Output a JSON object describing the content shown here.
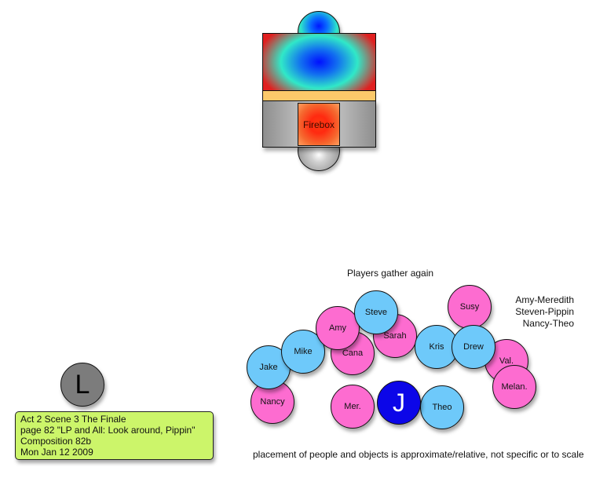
{
  "stage": {
    "firebox_label": "Firebox"
  },
  "heading": "Players gather again",
  "pairings": [
    "Amy-Meredith",
    "Steven-Pippin",
    "Nancy-Theo"
  ],
  "people": [
    {
      "id": "steve",
      "label": "Steve",
      "color": "blue"
    },
    {
      "id": "amy",
      "label": "Amy",
      "color": "pink"
    },
    {
      "id": "sarah",
      "label": "Sarah",
      "color": "pink"
    },
    {
      "id": "cana",
      "label": "Cana",
      "color": "pink"
    },
    {
      "id": "mike",
      "label": "Mike",
      "color": "blue"
    },
    {
      "id": "jake",
      "label": "Jake",
      "color": "blue"
    },
    {
      "id": "nancy",
      "label": "Nancy",
      "color": "pink"
    },
    {
      "id": "mer",
      "label": "Mer.",
      "color": "pink"
    },
    {
      "id": "j",
      "label": "J",
      "color": "darkblue"
    },
    {
      "id": "theo",
      "label": "Theo",
      "color": "blue"
    },
    {
      "id": "susy",
      "label": "Susy",
      "color": "pink"
    },
    {
      "id": "kris",
      "label": "Kris",
      "color": "blue"
    },
    {
      "id": "drew",
      "label": "Drew",
      "color": "blue"
    },
    {
      "id": "val",
      "label": "Val.",
      "color": "pink"
    },
    {
      "id": "melan",
      "label": "Melan.",
      "color": "pink"
    },
    {
      "id": "l",
      "label": "L",
      "color": "gray"
    }
  ],
  "colors": {
    "pink": "#fd6cd0",
    "blue": "#6ec9fa",
    "darkblue": "#0c06e8",
    "gray": "#7c7c7c",
    "note_bg": "#ccf56a",
    "stripe": "#fcc96a"
  },
  "note": {
    "lines": [
      "Act 2 Scene 3 The Finale",
      "page 82 \"LP and All: Look around, Pippin\"",
      "Composition 82b",
      "Mon Jan 12 2009"
    ]
  },
  "footer": "placement of people and objects is approximate/relative, not specific or to scale"
}
